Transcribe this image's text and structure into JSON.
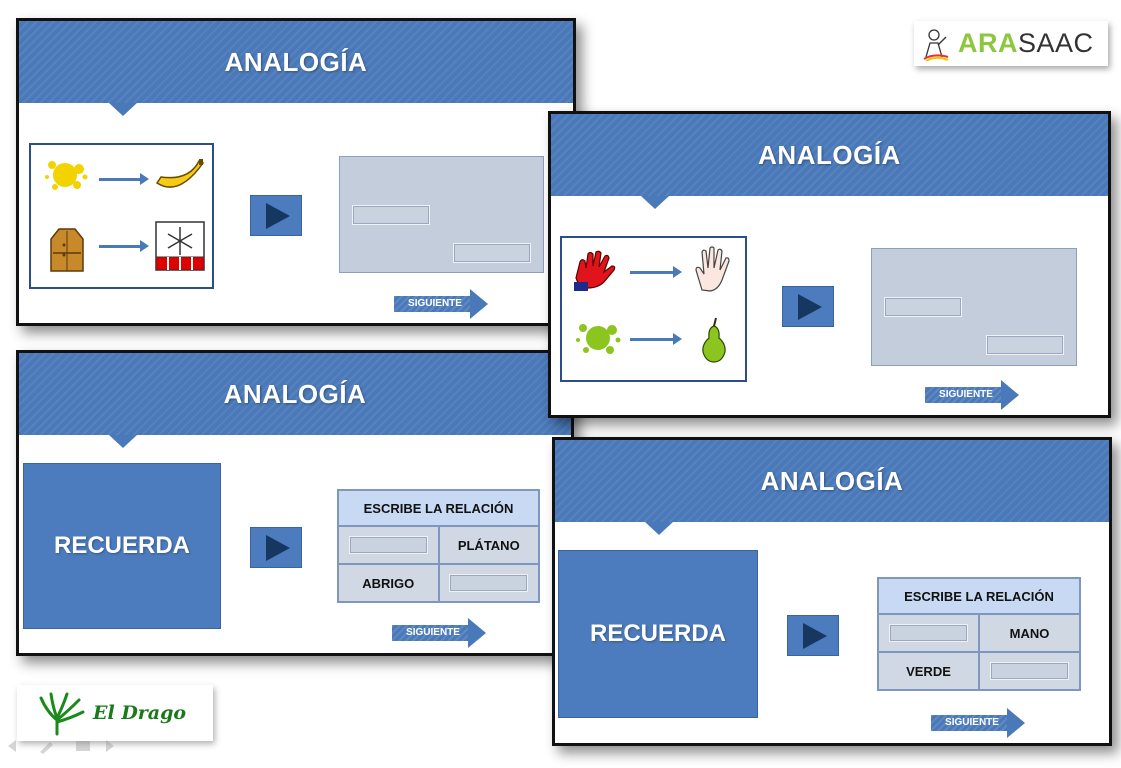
{
  "slides": [
    {
      "title": "ANALOGÍA",
      "next_label": "SIGUIENTE"
    },
    {
      "title": "ANALOGÍA",
      "next_label": "SIGUIENTE"
    },
    {
      "title": "ANALOGÍA",
      "next_label": "SIGUIENTE",
      "recuerda_label": "RECUERDA",
      "table": {
        "header": "ESCRIBE LA RELACIÓN",
        "row1_right": "PLÁTANO",
        "row2_left": "ABRIGO"
      }
    },
    {
      "title": "ANALOGÍA",
      "next_label": "SIGUIENTE",
      "recuerda_label": "RECUERDA",
      "table": {
        "header": "ESCRIBE LA RELACIÓN",
        "row1_right": "MANO",
        "row2_left": "VERDE"
      }
    }
  ],
  "logos": {
    "arasaac_part1": "ARA",
    "arasaac_part2": "SAAC",
    "drago": "El Drago"
  },
  "colors": {
    "banner": "#4a79b9",
    "button": "#4c7cbd",
    "triangle": "#163760",
    "answer_box": "#c3cddb",
    "table_header": "#c8daf3",
    "arasaac_green": "#8dc63f",
    "drago_green": "#1a7a1a"
  },
  "icons": {
    "slide1": [
      "yellow-paint-splash-icon",
      "banana-icon",
      "coat-icon",
      "snowflake-winter-icon"
    ],
    "slide2": [
      "red-glove-icon",
      "hand-icon",
      "green-paint-splash-icon",
      "pear-icon"
    ]
  }
}
